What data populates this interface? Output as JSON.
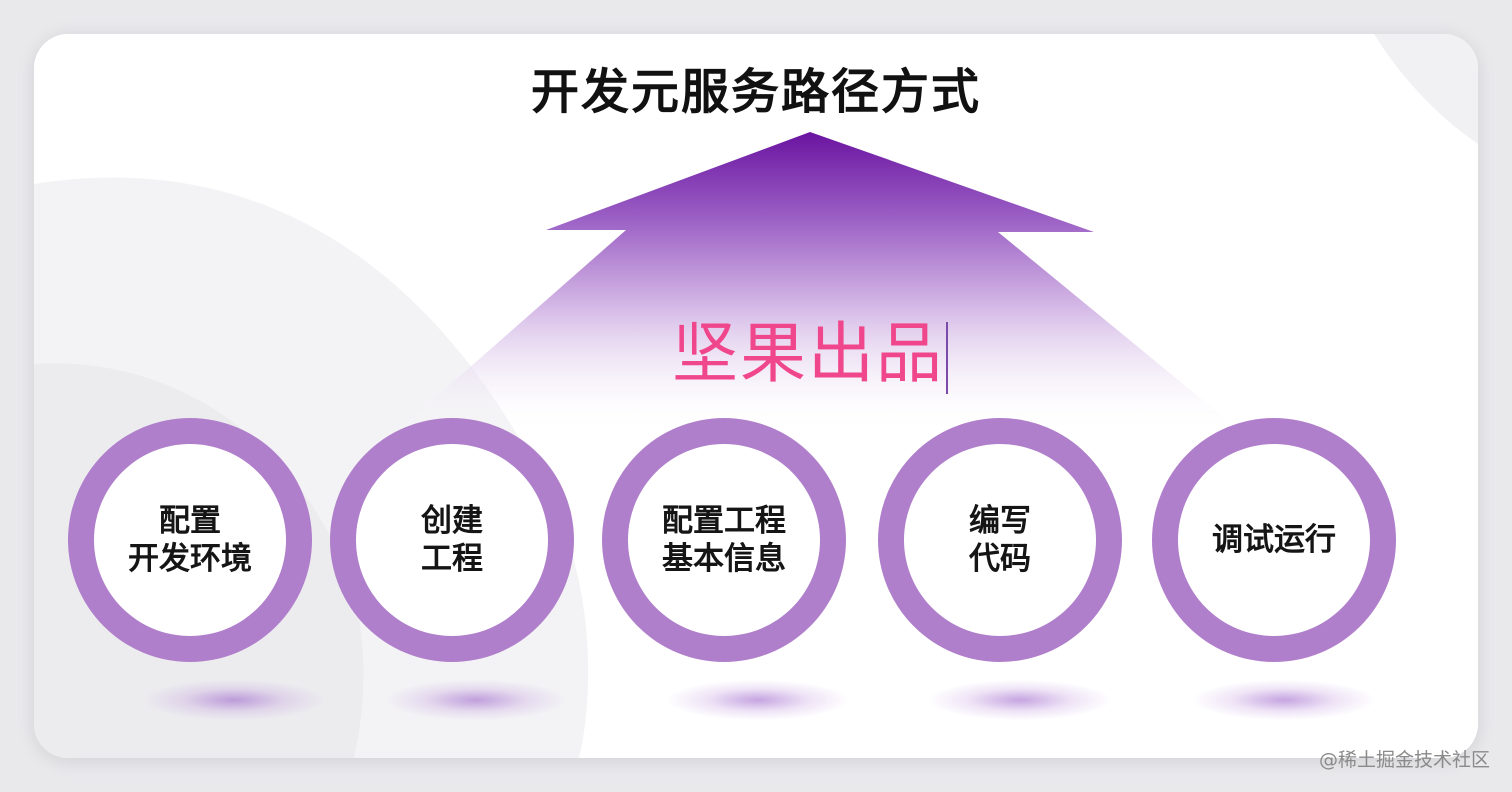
{
  "title": "开发元服务路径方式",
  "brand_text": "坚果出品",
  "steps": [
    {
      "label": "配置\n开发环境"
    },
    {
      "label": "创建\n工程"
    },
    {
      "label": "配置工程\n基本信息"
    },
    {
      "label": "编写\n代码"
    },
    {
      "label": "调试运行"
    }
  ],
  "watermark": "@稀土掘金技术社区",
  "colors": {
    "arrow_top": "#6a14a0",
    "circle_ring": "#b07fcb",
    "brand_text": "#f0478c",
    "title_text": "#111111"
  }
}
